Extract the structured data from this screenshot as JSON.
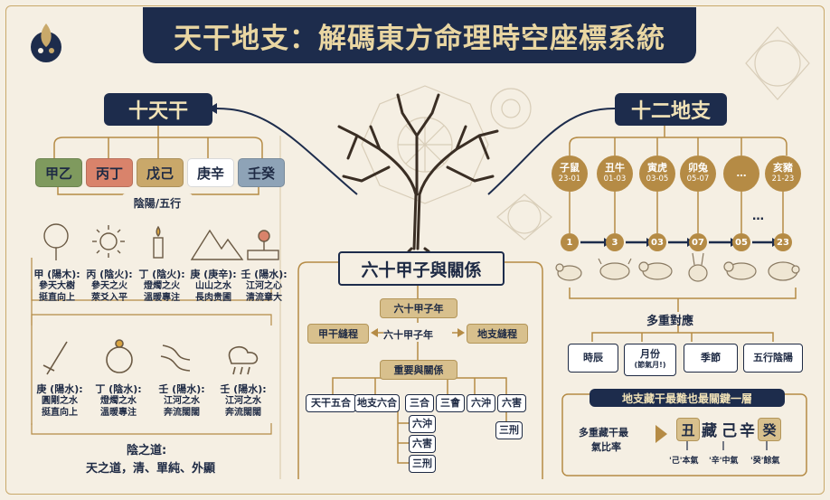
{
  "title": "天干地支：解碼東方命理時空座標系統",
  "heaven": {
    "label": "十天干",
    "stems": [
      {
        "text": "甲乙",
        "color": "#7f9a5e"
      },
      {
        "text": "丙丁",
        "color": "#d9836b"
      },
      {
        "text": "戊己",
        "color": "#c9a86a"
      },
      {
        "text": "庚辛",
        "color": "#ffffff"
      },
      {
        "text": "壬癸",
        "color": "#8ea3b7"
      }
    ],
    "subtitle": "陰陽/五行",
    "row1": [
      {
        "head": "甲 (陽木):",
        "l1": "參天大樹",
        "l2": "挺直向上"
      },
      {
        "head": "丙 (陰火):",
        "l1": "參天之火",
        "l2": "萊爻入平"
      },
      {
        "head": "丁 (陰火):",
        "l1": "燈燭之火",
        "l2": "溫暖專注"
      },
      {
        "head": "庚 (庚辛):",
        "l1": "山山之水",
        "l2": "長肉贵圃"
      },
      {
        "head": "壬 (陽水):",
        "l1": "江河之心",
        "l2": "清流章大"
      }
    ],
    "row2": [
      {
        "head": "庚 (陽水):",
        "l1": "圓剛之水",
        "l2": "挺直向上"
      },
      {
        "head": "丁 (陰水):",
        "l1": "燈燭之水",
        "l2": "溫暖專注"
      },
      {
        "head": "壬 (陽水):",
        "l1": "江河之水",
        "l2": "奔流闊闊"
      },
      {
        "head": "壬 (陽水):",
        "l1": "江河之水",
        "l2": "奔流闊闊"
      }
    ],
    "dao_title": "陰之道:",
    "dao_text": "天之道，清、單純、外顯"
  },
  "earth": {
    "label": "十二地支",
    "branches": [
      {
        "name": "子鼠",
        "time": "23-01"
      },
      {
        "name": "丑牛",
        "time": "01-03"
      },
      {
        "name": "寅虎",
        "time": "03-05"
      },
      {
        "name": "卯兔",
        "time": "05-07"
      },
      {
        "name": "…",
        "time": ""
      },
      {
        "name": "亥豬",
        "time": "21-23"
      }
    ],
    "ellipsis": "…",
    "sequence": [
      "1",
      "3",
      "03",
      "07",
      "05",
      "23"
    ],
    "multi_label": "多重對應",
    "correspond": [
      {
        "l1": "時辰",
        "l2": ""
      },
      {
        "l1": "月份",
        "l2": "(節氣月!)"
      },
      {
        "l1": "季節",
        "l2": ""
      },
      {
        "l1": "五行陰陽",
        "l2": ""
      }
    ],
    "hidden_title": "地支藏干最難也最關鍵一層",
    "hidden_ratio_l1": "多重藏干最",
    "hidden_ratio_l2": "氣比率",
    "hidden_chars": [
      "丑",
      "藏",
      "己",
      "辛",
      "癸"
    ],
    "hidden_notes": [
      "'己'本氣",
      "'辛'中氣",
      "'癸'餘氣"
    ]
  },
  "center": {
    "title": "六十甲子與關係",
    "cycle_label": "六十甲子年",
    "left_label": "甲干縫程",
    "mid_label": "六十甲子年",
    "right_label": "地支縫程",
    "relations_label": "重要與關係",
    "relations": [
      "天干五合",
      "地支六合",
      "三合",
      "三會",
      "六沖",
      "六害"
    ],
    "sub_relations": [
      "六沖",
      "六害",
      "三刑"
    ],
    "right_sub": "三刑"
  },
  "colors": {
    "navy": "#1d2c4c",
    "gold": "#b58b45",
    "cream": "#f5efe3"
  }
}
